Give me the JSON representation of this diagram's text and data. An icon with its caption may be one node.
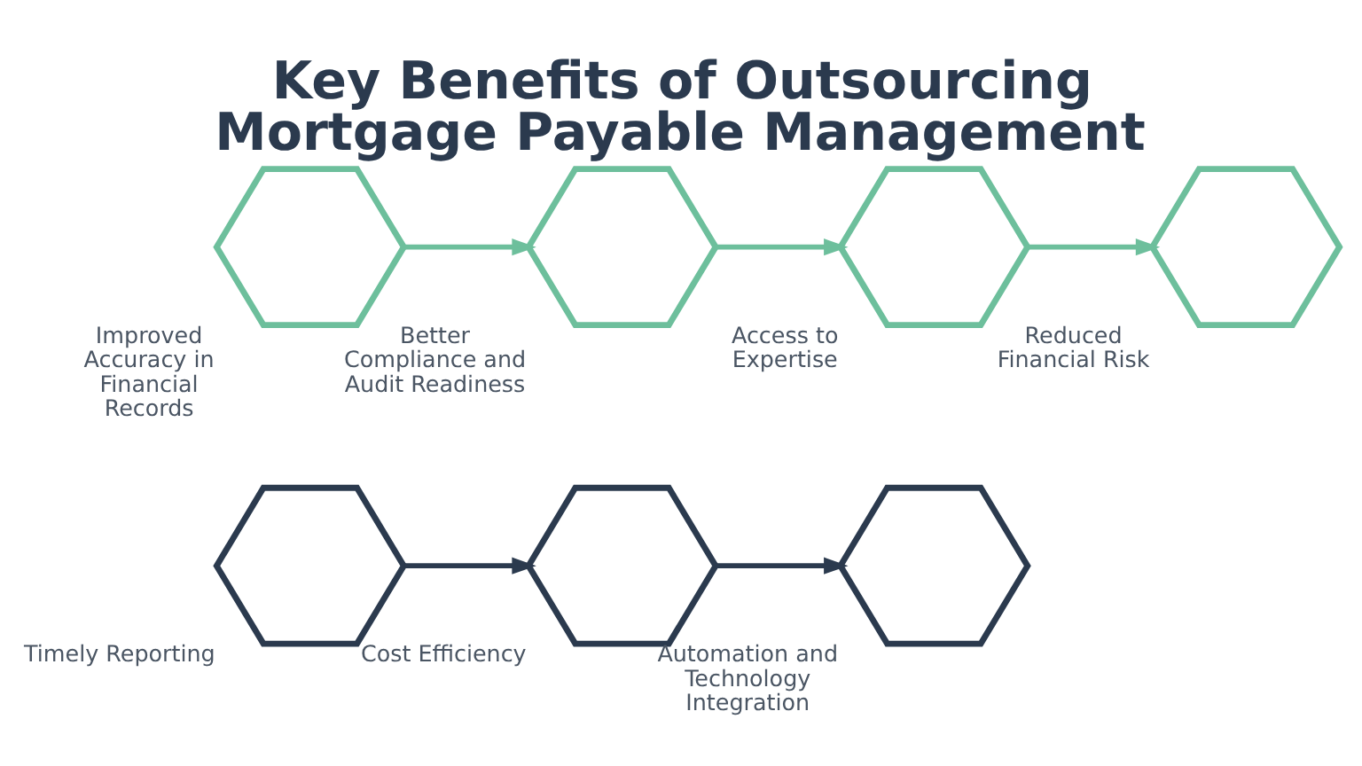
{
  "diagram": {
    "title": "Key Benefits of Outsourcing Mortgage Payable Management",
    "nodes": [
      {
        "text": [],
        "shape": "hexagon",
        "beside": [
          "Improved Accuracy in Financial Records"
        ]
      },
      {
        "text": [],
        "shape": "hexagon",
        "beside": [
          "Timely Reporting"
        ]
      },
      {
        "text": [],
        "shape": "hexagon",
        "beside": [
          "Better Compliance and Audit Readiness"
        ]
      },
      {
        "text": [],
        "shape": "hexagon",
        "beside": [
          "Cost Efficiency"
        ]
      },
      {
        "text": [],
        "shape": "hexagon",
        "beside": [
          "Access to Expertise"
        ]
      },
      {
        "text": [],
        "shape": "hexagon",
        "beside": [
          "Automation and Technology Integration"
        ]
      },
      {
        "text": [],
        "shape": "hexagon",
        "beside": [
          "Reduced Financial Risk"
        ]
      }
    ],
    "edges": [
      {
        "from": 0,
        "to": 2,
        "arrow": "to"
      },
      {
        "from": 1,
        "to": 3,
        "arrow": "to",
        "color": "#2b3a4e"
      },
      {
        "from": 2,
        "to": 4,
        "arrow": "to"
      },
      {
        "from": 3,
        "to": 5,
        "arrow": "to",
        "color": "#2b3a4e"
      },
      {
        "from": 4,
        "to": 6,
        "arrow": "to"
      }
    ]
  }
}
